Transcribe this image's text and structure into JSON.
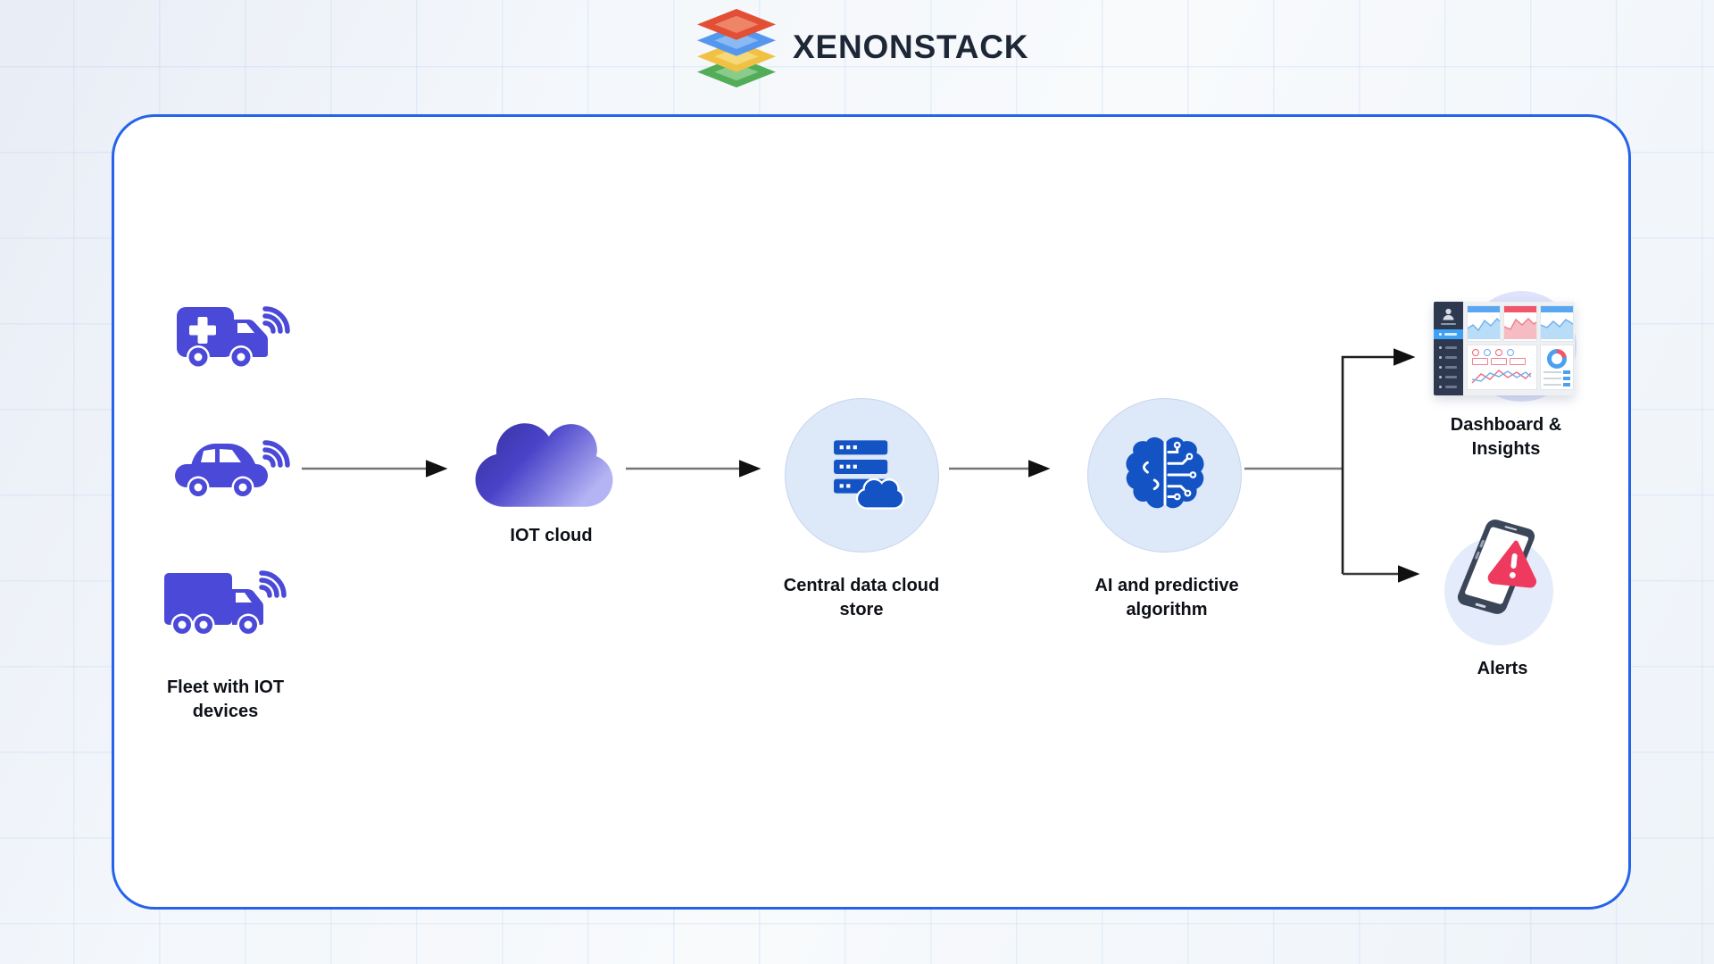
{
  "header": {
    "brand": "XENONSTACK",
    "logo_colors": {
      "red": "#e14327",
      "blue": "#4b90ee",
      "yellow": "#f0bd35",
      "green": "#47a84c"
    }
  },
  "diagram": {
    "fleet": {
      "label": "Fleet with IOT devices",
      "vehicles": [
        "ambulance",
        "car",
        "truck"
      ],
      "each_has": "wifi-signal"
    },
    "nodes": {
      "iot_cloud": {
        "label": "IOT cloud"
      },
      "central_store": {
        "label": "Central data cloud store"
      },
      "ai": {
        "label": "AI and predictive algorithm"
      },
      "dashboard": {
        "label": "Dashboard & Insights"
      },
      "alerts": {
        "label": "Alerts"
      }
    },
    "edges": [
      "fleet -> iot_cloud",
      "iot_cloud -> central_store",
      "central_store -> ai",
      "ai -> dashboard",
      "ai -> alerts"
    ]
  },
  "colors": {
    "board_border": "#2563eb",
    "vehicle_icon": "#4a49d8",
    "node_icon_blue": "#1353c4",
    "node_circle_bg": "#dde8f8",
    "alert_red": "#ee3a5f",
    "arrow_line": "#757575",
    "arrow_head": "#111111",
    "label_text": "#0d1117"
  }
}
